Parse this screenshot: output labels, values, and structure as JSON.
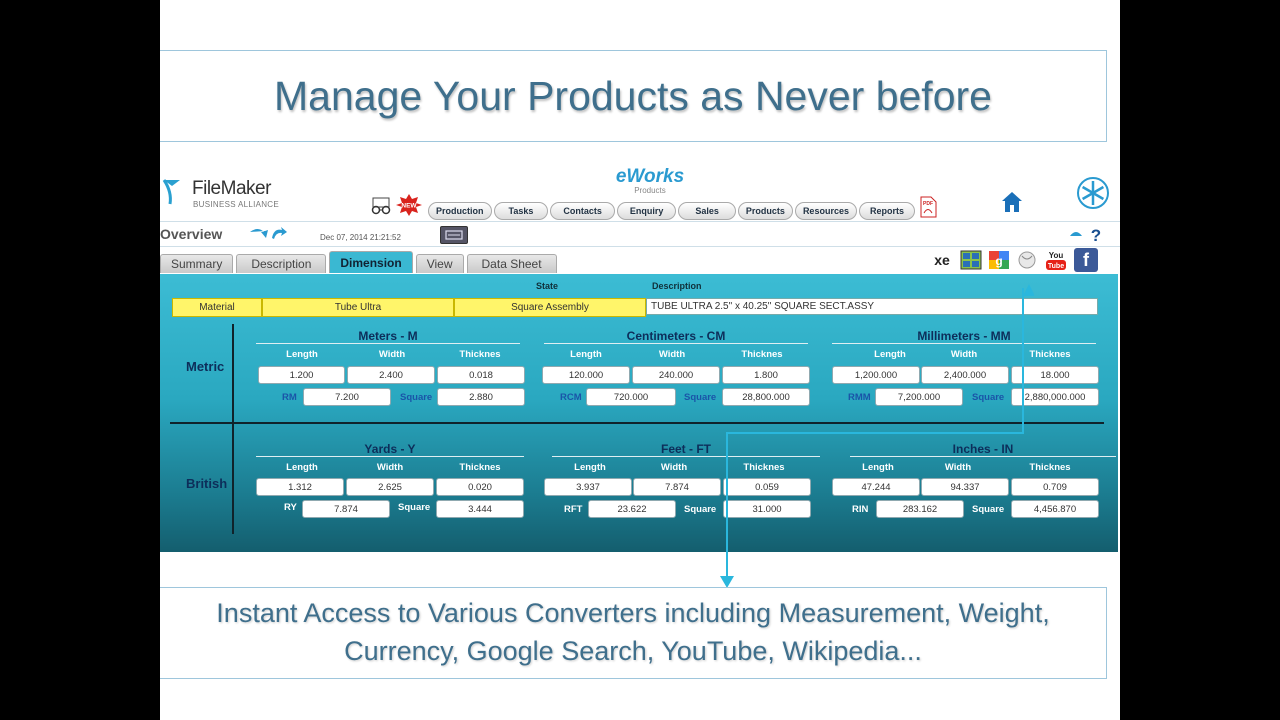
{
  "headline": "Manage Your Products as Never before",
  "caption": {
    "line1": "Instant Access to Various Converters including Measurement, Weight,",
    "line2": "Currency, Google Search, YouTube, Wikipedia..."
  },
  "app": {
    "logo": {
      "name": "FileMaker",
      "sub": "BUSINESS ALLIANCE"
    },
    "brand": {
      "title": "eWorks",
      "sub": "Products"
    },
    "nav": [
      "Production",
      "Tasks",
      "Contacts",
      "Enquiry",
      "Sales",
      "Products",
      "Resources",
      "Reports"
    ],
    "overview": "Overview",
    "timestamp": "Dec 07, 2014    21:21:52",
    "tabs": [
      "Summary",
      "Description",
      "Dimension",
      "View",
      "Data Sheet"
    ],
    "active_tab": "Dimension",
    "tool_icons": [
      "xe",
      "calculator",
      "google",
      "wikipedia",
      "YouTube",
      "facebook"
    ],
    "fields": {
      "state_label": "State",
      "description_label": "Description",
      "material": "Material",
      "tube": "Tube Ultra",
      "state": "Square Assembly",
      "description": "TUBE ULTRA 2.5\" x 40.25\" SQUARE SECT.ASSY"
    },
    "col_headers": [
      "Length",
      "Width",
      "Thicknes"
    ],
    "metric": {
      "label": "Metric",
      "groups": [
        {
          "title": "Meters - M",
          "values": [
            "1.200",
            "2.400",
            "0.018"
          ],
          "unit": "RM",
          "unit_val": "7.200",
          "square": "Square",
          "square_val": "2.880"
        },
        {
          "title": "Centimeters - CM",
          "values": [
            "120.000",
            "240.000",
            "1.800"
          ],
          "unit": "RCM",
          "unit_val": "720.000",
          "square": "Square",
          "square_val": "28,800.000"
        },
        {
          "title": "Millimeters - MM",
          "values": [
            "1,200.000",
            "2,400.000",
            "18.000"
          ],
          "unit": "RMM",
          "unit_val": "7,200.000",
          "square": "Square",
          "square_val": "2,880,000.000"
        }
      ]
    },
    "british": {
      "label": "British",
      "groups": [
        {
          "title": "Yards - Y",
          "values": [
            "1.312",
            "2.625",
            "0.020"
          ],
          "unit": "RY",
          "unit_val": "7.874",
          "square": "Square",
          "square_val": "3.444"
        },
        {
          "title": "Feet - FT",
          "values": [
            "3.937",
            "7.874",
            "0.059"
          ],
          "unit": "RFT",
          "unit_val": "23.622",
          "square": "Square",
          "square_val": "31.000"
        },
        {
          "title": "Inches - IN",
          "values": [
            "47.244",
            "94.337",
            "0.709"
          ],
          "unit": "RIN",
          "unit_val": "283.162",
          "square": "Square",
          "square_val": "4,456.870"
        }
      ]
    }
  },
  "colors": {
    "accent": "#2ab7dd",
    "panel": "#2aa8c0",
    "title": "#3f6f8c",
    "yellow": "#fff56a"
  }
}
